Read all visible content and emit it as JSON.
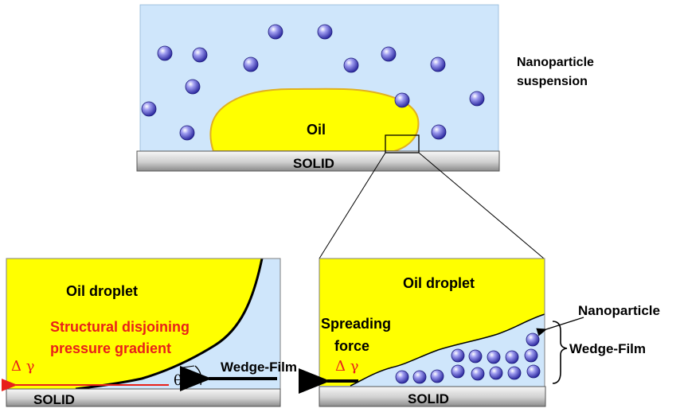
{
  "top_panel": {
    "oil_label": "Oil",
    "solid_label": "SOLID",
    "suspension_label_line1": "Nanoparticle",
    "suspension_label_line2": "suspension"
  },
  "left_panel": {
    "droplet_label": "Oil droplet",
    "gradient_line1": "Structural disjoining",
    "gradient_line2": "pressure gradient",
    "delta_gamma": "Δ γ",
    "theta": "θ",
    "wedge_label": "Wedge-Film",
    "solid_label": "SOLID"
  },
  "right_panel": {
    "droplet_label": "Oil droplet",
    "spreading_line1": "Spreading",
    "spreading_line2": "force",
    "delta_gamma": "Δ γ",
    "nanoparticle_label": "Nanoparticle",
    "wedge_label": "Wedge-Film",
    "solid_label": "SOLID"
  },
  "colors": {
    "water": "#cfe6fb",
    "oil": "#ffff00",
    "oil_edge": "#e0b020",
    "solid_top": "#f2f2f2",
    "solid_bottom": "#8a8a8a",
    "particle": "#4b47c8",
    "red_text": "#e8201a"
  }
}
